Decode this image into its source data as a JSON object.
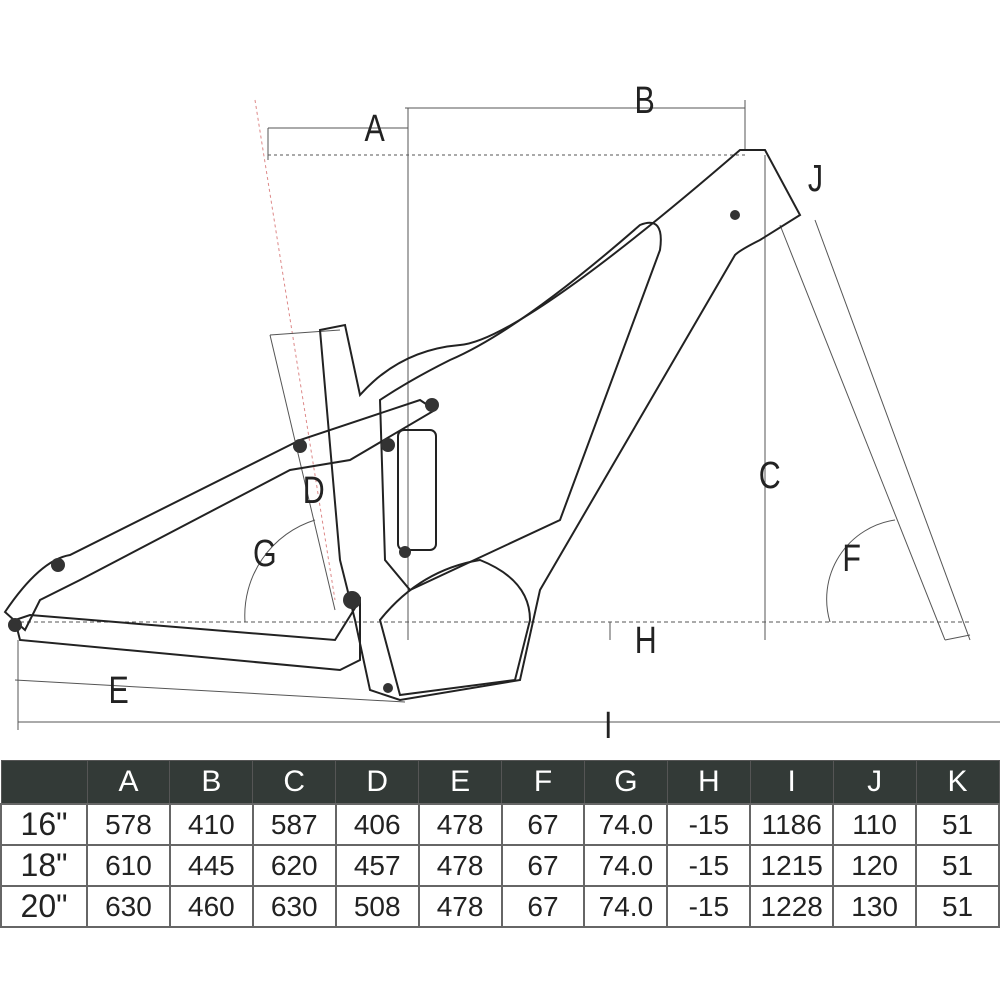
{
  "dimension_labels": {
    "A": "A",
    "B": "B",
    "C": "C",
    "D": "D",
    "E": "E",
    "F": "F",
    "G": "G",
    "H": "H",
    "I": "I",
    "J": "J"
  },
  "table": {
    "headers": [
      "",
      "A",
      "B",
      "C",
      "D",
      "E",
      "F",
      "G",
      "H",
      "I",
      "J",
      "K"
    ],
    "rows": [
      [
        "16\"",
        "578",
        "410",
        "587",
        "406",
        "478",
        "67",
        "74.0",
        "-15",
        "1186",
        "110",
        "51"
      ],
      [
        "18\"",
        "610",
        "445",
        "620",
        "457",
        "478",
        "67",
        "74.0",
        "-15",
        "1215",
        "120",
        "51"
      ],
      [
        "20\"",
        "630",
        "460",
        "630",
        "508",
        "478",
        "67",
        "74.0",
        "-15",
        "1228",
        "130",
        "51"
      ]
    ]
  }
}
